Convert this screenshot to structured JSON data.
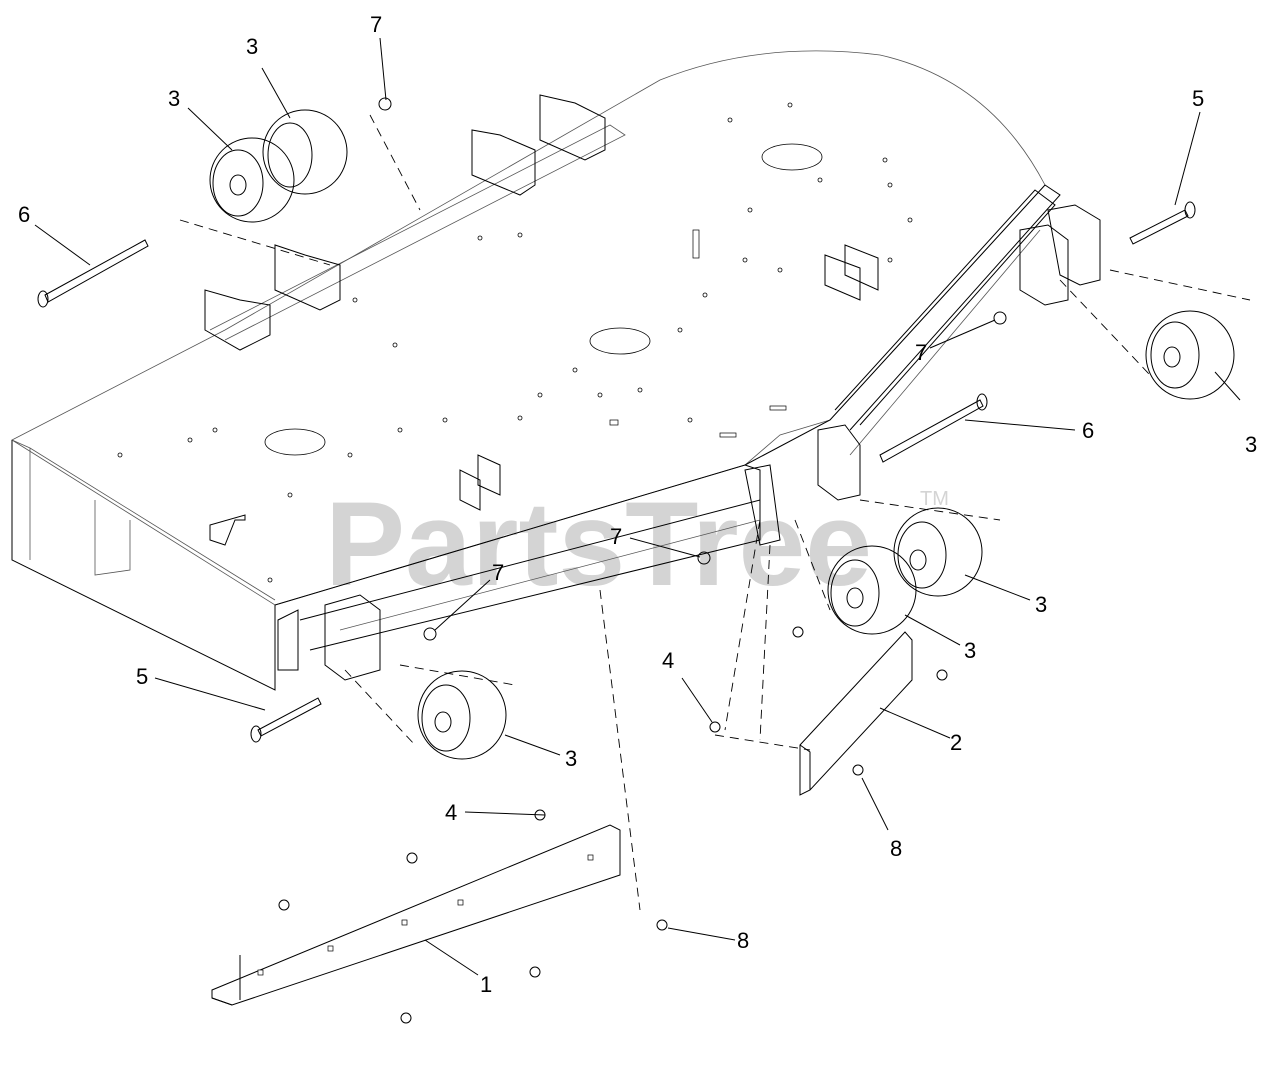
{
  "watermark": {
    "text": "PartsTree",
    "trademark": "TM"
  },
  "callouts": {
    "c7_top": "7",
    "c3_top_a": "3",
    "c3_top_b": "3",
    "c5_right": "5",
    "c6_left": "6",
    "c7_right": "7",
    "c3_right": "3",
    "c6_right": "6",
    "c7_mid": "7",
    "c7_low": "7",
    "c3_mid_a": "3",
    "c3_mid_b": "3",
    "c5_left": "5",
    "c4_mid": "4",
    "c2": "2",
    "c3_low": "3",
    "c4_low": "4",
    "c8_right": "8",
    "c8_low": "8",
    "c1": "1"
  },
  "colors": {
    "line": "#000000",
    "watermark": "#d4d4d4",
    "background": "#ffffff"
  }
}
